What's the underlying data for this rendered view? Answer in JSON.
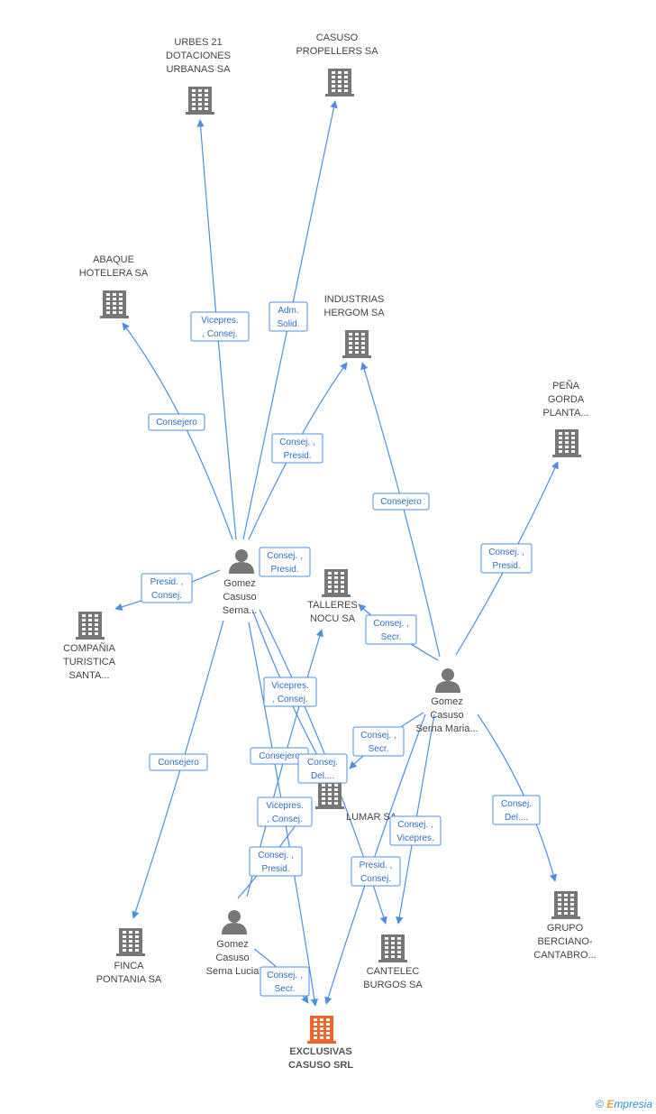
{
  "colors": {
    "edge": "#4a90e2",
    "label_text": "#2a6fc9",
    "company_icon": "#777777",
    "main_company_icon": "#f0642f",
    "person_icon": "#777777"
  },
  "footer": {
    "copyright": "©",
    "brand_first": "E",
    "brand_rest": "mpresia"
  },
  "nodes": [
    {
      "id": "urbes",
      "type": "company",
      "lines": [
        "URBES 21",
        "DOTACIONES",
        "URBANAS SA"
      ]
    },
    {
      "id": "propellers",
      "type": "company",
      "lines": [
        "CASUSO",
        "PROPELLERS SA"
      ]
    },
    {
      "id": "abaque",
      "type": "company",
      "lines": [
        "ABAQUE",
        "HOTELERA SA"
      ]
    },
    {
      "id": "hergom",
      "type": "company",
      "lines": [
        "INDUSTRIAS",
        "HERGOM SA"
      ]
    },
    {
      "id": "pena",
      "type": "company",
      "lines": [
        "PEÑA",
        "GORDA",
        "PLANTA..."
      ]
    },
    {
      "id": "compania",
      "type": "company",
      "lines": [
        "COMPAÑIA",
        "TURISTICA",
        "SANTA..."
      ]
    },
    {
      "id": "talleres",
      "type": "company",
      "lines": [
        "TALLERES",
        "NOCU SA"
      ]
    },
    {
      "id": "lumar",
      "type": "company",
      "lines": [
        "LUMAR SA"
      ]
    },
    {
      "id": "finca",
      "type": "company",
      "lines": [
        "FINCA",
        "PONTANIA SA"
      ]
    },
    {
      "id": "cantelec",
      "type": "company",
      "lines": [
        "CANTELEC",
        "BURGOS SA"
      ]
    },
    {
      "id": "grupo",
      "type": "company",
      "lines": [
        "GRUPO",
        "BERCIANO-",
        "CANTABRO..."
      ]
    },
    {
      "id": "exclusivas",
      "type": "main",
      "lines": [
        "EXCLUSIVAS",
        "CASUSO SRL"
      ]
    },
    {
      "id": "p1",
      "type": "person",
      "lines": [
        "Gomez",
        "Casuso",
        "Serna..."
      ]
    },
    {
      "id": "p2",
      "type": "person",
      "lines": [
        "Gomez",
        "Casuso",
        "Serna Maria..."
      ]
    },
    {
      "id": "p3",
      "type": "person",
      "lines": [
        "Gomez",
        "Casuso",
        "Serna Lucia"
      ]
    }
  ],
  "edges": [
    {
      "from": "p1",
      "to": "urbes",
      "lines": [
        "Vicepres.",
        ", Consej."
      ]
    },
    {
      "from": "p1",
      "to": "propellers",
      "lines": [
        "Adm.",
        "Solid."
      ]
    },
    {
      "from": "p1",
      "to": "abaque",
      "lines": [
        "Consejero"
      ]
    },
    {
      "from": "p1",
      "to": "hergom",
      "lines": [
        "Consej. ,",
        "Presid."
      ]
    },
    {
      "from": "p1",
      "to": "compania",
      "lines": [
        "Presid. ,",
        "Consej."
      ]
    },
    {
      "from": "p1",
      "to": "p1_self",
      "lines": [
        "Consej. ,",
        "Presid."
      ]
    },
    {
      "from": "p1",
      "to": "finca",
      "lines": [
        "Consejero"
      ]
    },
    {
      "from": "p1",
      "to": "lumar",
      "lines": [
        "Vicepres.",
        ", Consej."
      ]
    },
    {
      "from": "p1",
      "to": "exclusivas",
      "lines": [
        "Consejero"
      ]
    },
    {
      "from": "p1",
      "to": "cantelec",
      "lines": [
        "Consej.",
        "Del...."
      ]
    },
    {
      "from": "p2",
      "to": "hergom",
      "lines": [
        "Consejero"
      ]
    },
    {
      "from": "p2",
      "to": "pena",
      "lines": [
        "Consej. ,",
        "Presid."
      ]
    },
    {
      "from": "p2",
      "to": "talleres",
      "lines": [
        "Consej. ,",
        "Secr."
      ]
    },
    {
      "from": "p2",
      "to": "lumar",
      "lines": [
        "Consej. ,",
        "Secr."
      ]
    },
    {
      "from": "p2",
      "to": "cantelec",
      "lines": [
        "Consej. ,",
        "Vicepres."
      ]
    },
    {
      "from": "p2",
      "to": "exclusivas",
      "lines": [
        "Presid. ,",
        "Consej."
      ]
    },
    {
      "from": "p2",
      "to": "grupo",
      "lines": [
        "Consej.",
        "Del...."
      ]
    },
    {
      "from": "p3",
      "to": "lumar",
      "lines": [
        "Vicepres.",
        ", Consej."
      ]
    },
    {
      "from": "p3",
      "to": "talleres",
      "lines": [
        "Consej. ,",
        "Presid."
      ]
    },
    {
      "from": "p3",
      "to": "exclusivas",
      "lines": [
        "Consej. ,",
        "Secr."
      ]
    }
  ]
}
